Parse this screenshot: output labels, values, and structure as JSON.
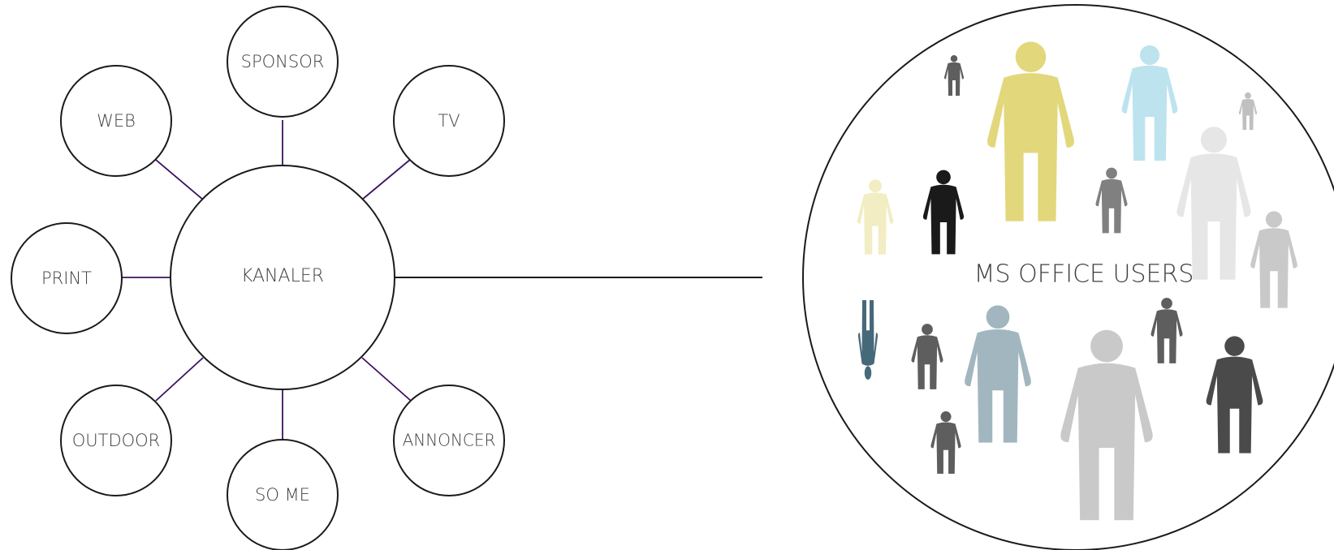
{
  "hub": {
    "label": "KANALER"
  },
  "channels": [
    {
      "id": "sponsor",
      "label": "SPONSOR"
    },
    {
      "id": "web",
      "label": "WEB"
    },
    {
      "id": "tv",
      "label": "TV"
    },
    {
      "id": "print",
      "label": "PRINT"
    },
    {
      "id": "outdoor",
      "label": "OUTDOOR"
    },
    {
      "id": "some",
      "label": "SO ME"
    },
    {
      "id": "annoncer",
      "label": "ANNONCER"
    }
  ],
  "audience": {
    "label": "MS OFFICE USERS",
    "people_icon": "person-icon",
    "people_colors": [
      "#e2d77a",
      "#bde3ef",
      "#1a1a1a",
      "#f2edc2",
      "#e6e6e6",
      "#c9c9c9",
      "#a2b6bf",
      "#46697a",
      "#5e5e5e",
      "#808080",
      "#4a4a4a",
      "#c0c0c0"
    ]
  },
  "colors": {
    "circle_stroke": "#1a1a1a",
    "spoke_stroke": "#3b1261",
    "connector_stroke": "#1a1a1a",
    "text": "#404040"
  }
}
